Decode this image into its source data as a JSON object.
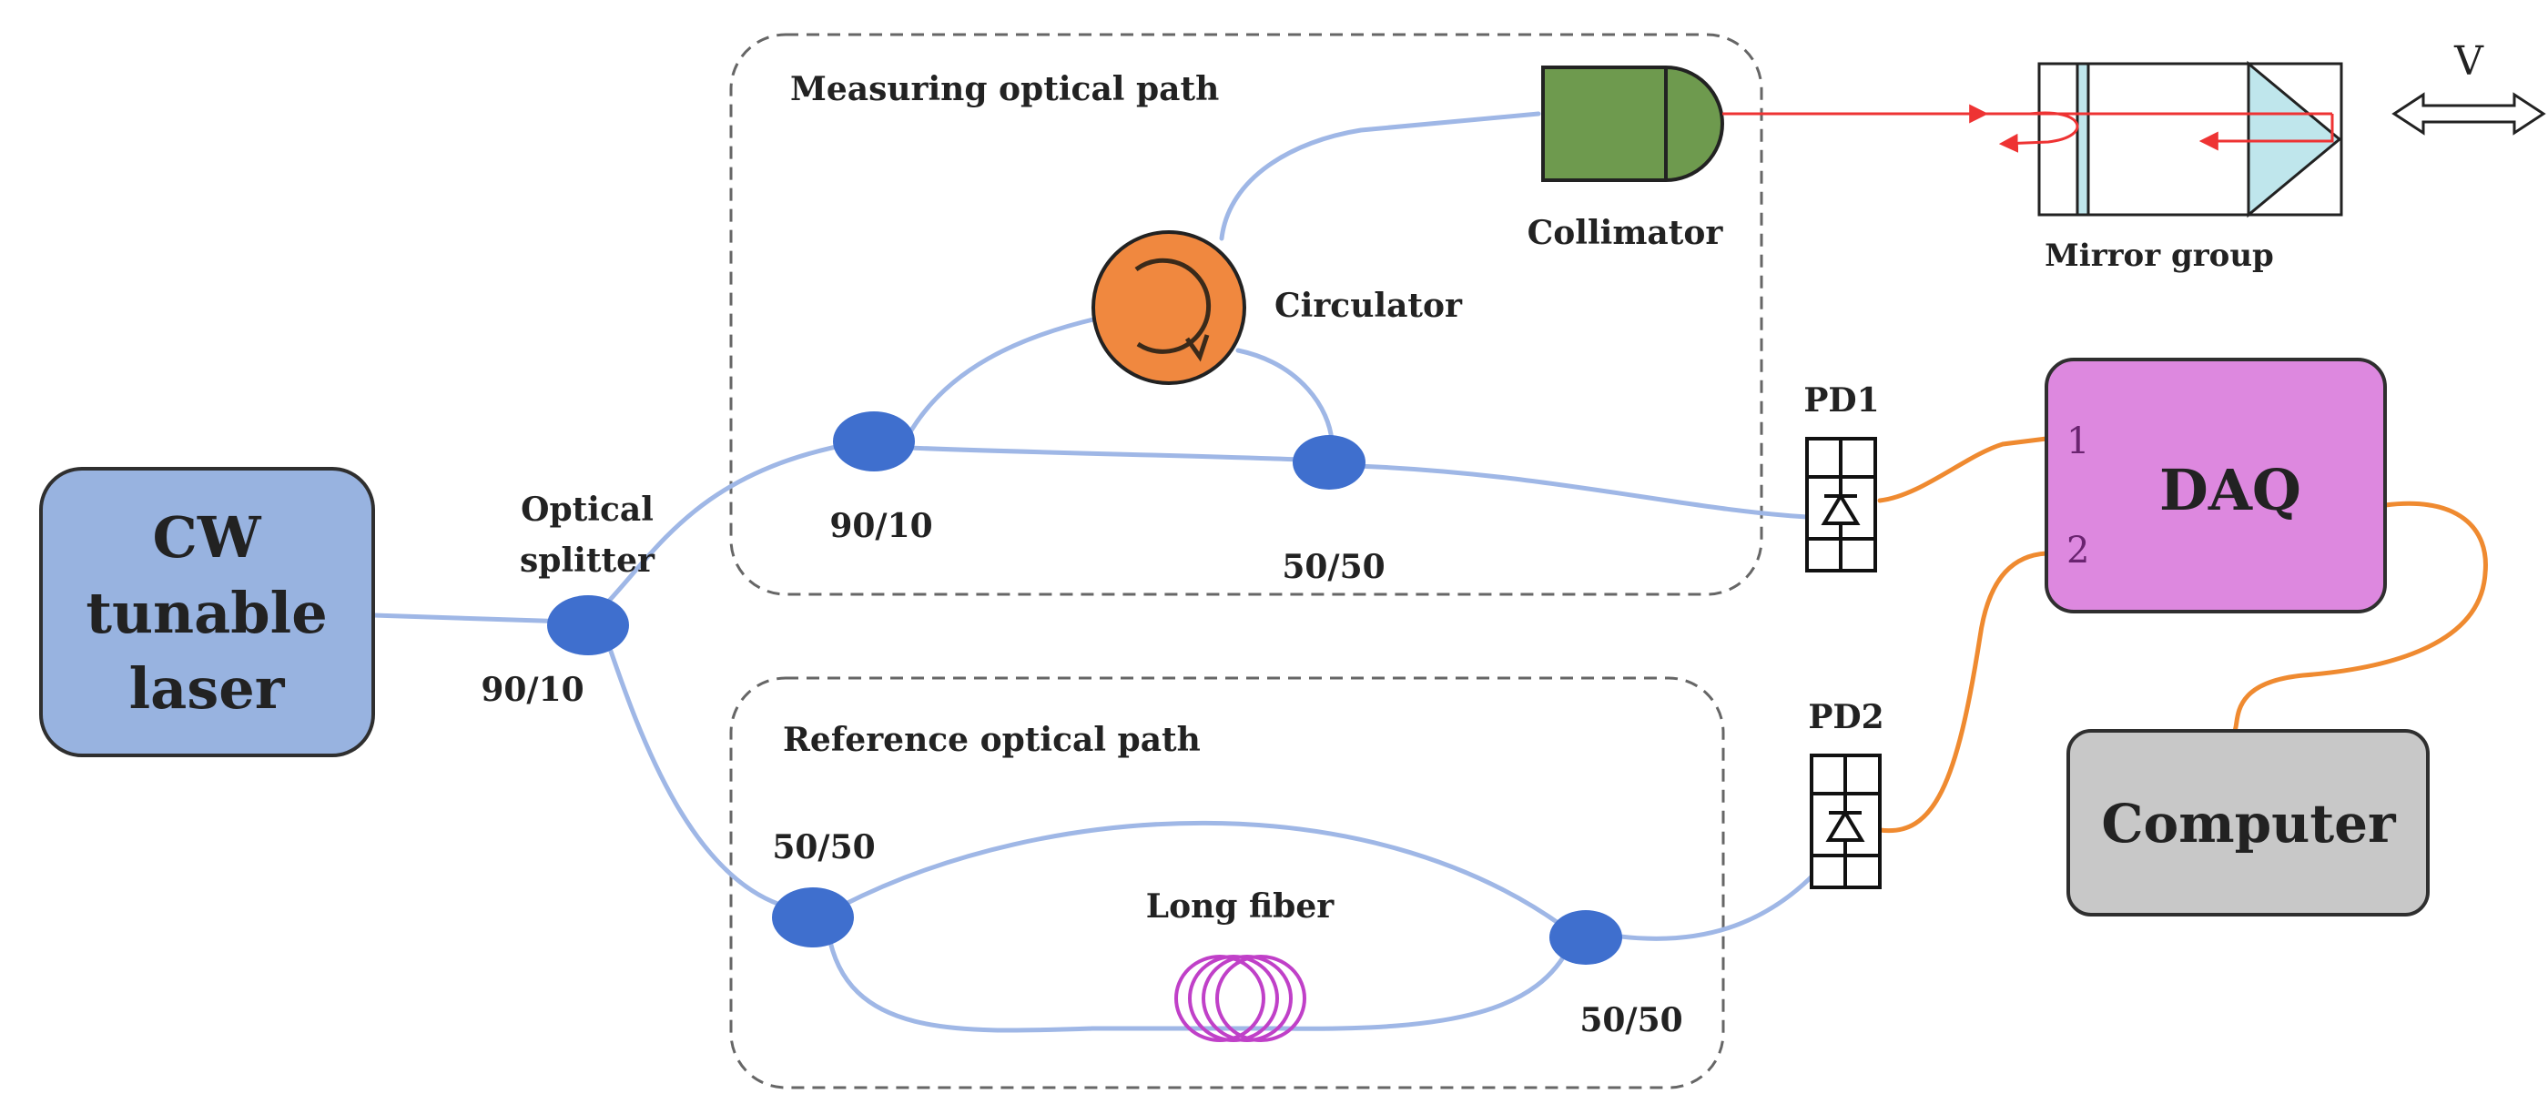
{
  "diagram": {
    "laser": {
      "line1": "CW",
      "line2": "tunable",
      "line3": "laser"
    },
    "optical_splitter": {
      "line1": "Optical",
      "line2": "splitter",
      "ratio": "90/10"
    },
    "measuring_path": {
      "title": "Measuring optical path",
      "coupler1_ratio": "90/10",
      "coupler2_ratio": "50/50",
      "circulator_label": "Circulator",
      "collimator_label": "Collimator"
    },
    "mirror_group": {
      "label": "Mirror group",
      "motion_label": "V"
    },
    "reference_path": {
      "title": "Reference optical path",
      "coupler1_ratio": "50/50",
      "coupler2_ratio": "50/50",
      "long_fiber_label": "Long fiber"
    },
    "pd1": {
      "label": "PD1"
    },
    "pd2": {
      "label": "PD2"
    },
    "daq": {
      "label": "DAQ",
      "port1": "1",
      "port2": "2"
    },
    "computer": {
      "label": "Computer"
    },
    "colors": {
      "laser_fill": "#98b3e0",
      "fiber": "#9fb7e6",
      "coupler": "#3f6fce",
      "circulator": "#f0883f",
      "collimator": "#6e9a4e",
      "daq_fill": "#dd88df",
      "computer_fill": "#c8c8c8",
      "electrical_wire": "#ef8a30",
      "laser_beam": "#ee3333",
      "long_fiber_coil": "#c040c8",
      "mirror_glass": "#bfe6ec"
    }
  }
}
